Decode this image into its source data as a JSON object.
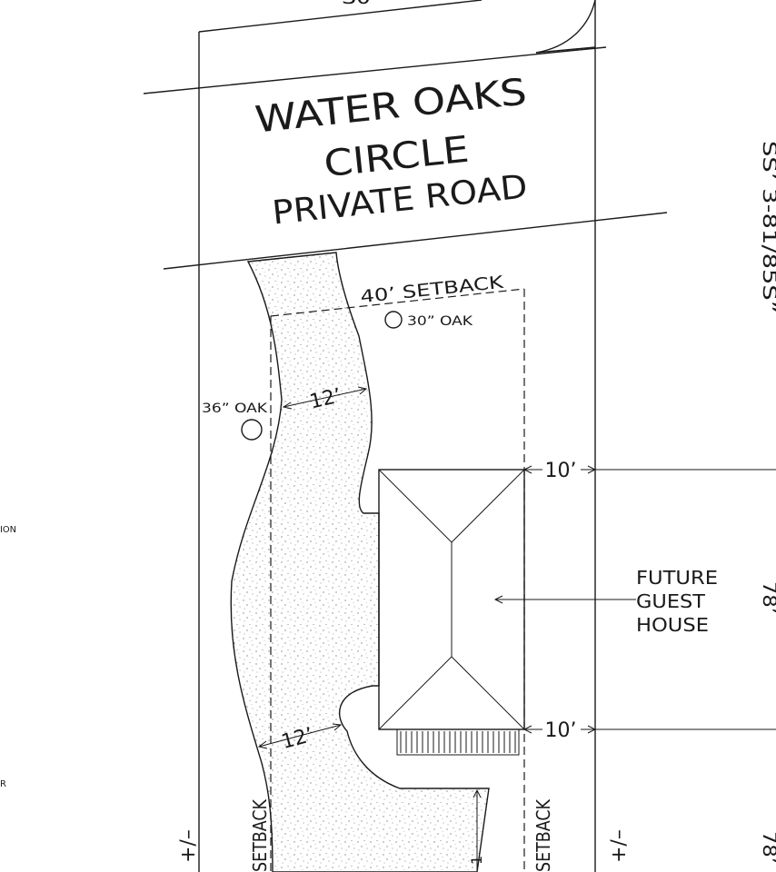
{
  "road": {
    "name_line1": "WATER OAKS",
    "name_line2": "CIRCLE",
    "name_line3": "PRIVATE ROAD"
  },
  "setback": {
    "front_label": "40’ SETBACK",
    "side_left_label": "SETBACK",
    "side_right_label": "SETBACK"
  },
  "trees": {
    "oak_30": "30” OAK",
    "oak_36": "36” OAK"
  },
  "driveway": {
    "width_top": "12’",
    "width_bottom": "12’"
  },
  "offsets": {
    "top": "10’",
    "bottom": "10’"
  },
  "building": {
    "label_line1": "FUTURE",
    "label_line2": "GUEST",
    "label_line3": "HOUSE"
  },
  "lot": {
    "tolerance_left": "+/–",
    "tolerance_right": "+/–"
  },
  "partial_text": {
    "top_cut": "S0’",
    "right_dim_top": "SS’ 3-81/85S”",
    "right_dim_mid": "78’",
    "right_dim_bottom": "78’",
    "left_edge_1": "ION",
    "left_edge_2": "R",
    "driveway_bottom": "1"
  }
}
